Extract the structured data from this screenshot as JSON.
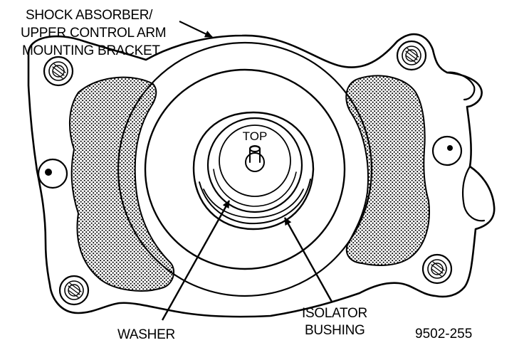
{
  "labels": {
    "bracket_line1": "SHOCK ABSORBER/",
    "bracket_line2": "UPPER CONTROL ARM",
    "bracket_line3": "MOUNTING BRACKET",
    "washer": "WASHER",
    "isolator_line1": "ISOLATOR",
    "isolator_line2": "BUSHING",
    "top_mark": "TOP"
  },
  "figure_id": "9502-255",
  "colors": {
    "ink": "#000000",
    "paper": "#ffffff"
  }
}
